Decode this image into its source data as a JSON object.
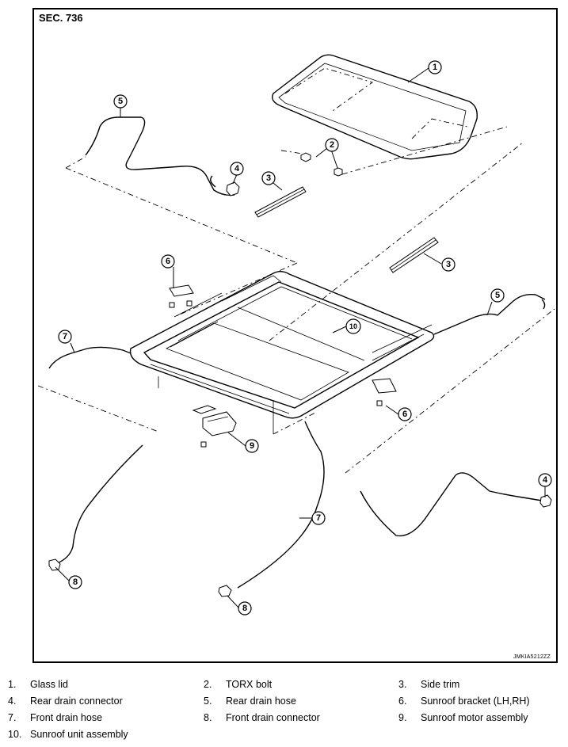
{
  "section_label": "SEC. 736",
  "figure_code": "JMKIA5212ZZ",
  "callouts": {
    "c1": "1",
    "c2": "2",
    "c3a": "3",
    "c3b": "3",
    "c4a": "4",
    "c4b": "4",
    "c5a": "5",
    "c5b": "5",
    "c6a": "6",
    "c6b": "6",
    "c7a": "7",
    "c7b": "7",
    "c8a": "8",
    "c8b": "8",
    "c9": "9",
    "c10": "10"
  },
  "legend": [
    {
      "num": "1.",
      "text": "Glass lid"
    },
    {
      "num": "2.",
      "text": "TORX bolt"
    },
    {
      "num": "3.",
      "text": "Side trim"
    },
    {
      "num": "4.",
      "text": "Rear drain connector"
    },
    {
      "num": "5.",
      "text": "Rear drain hose"
    },
    {
      "num": "6.",
      "text": "Sunroof bracket (LH,RH)"
    },
    {
      "num": "7.",
      "text": "Front drain hose"
    },
    {
      "num": "8.",
      "text": "Front drain connector"
    },
    {
      "num": "9.",
      "text": "Sunroof motor assembly"
    },
    {
      "num": "10.",
      "text": "Sunroof unit assembly"
    }
  ]
}
